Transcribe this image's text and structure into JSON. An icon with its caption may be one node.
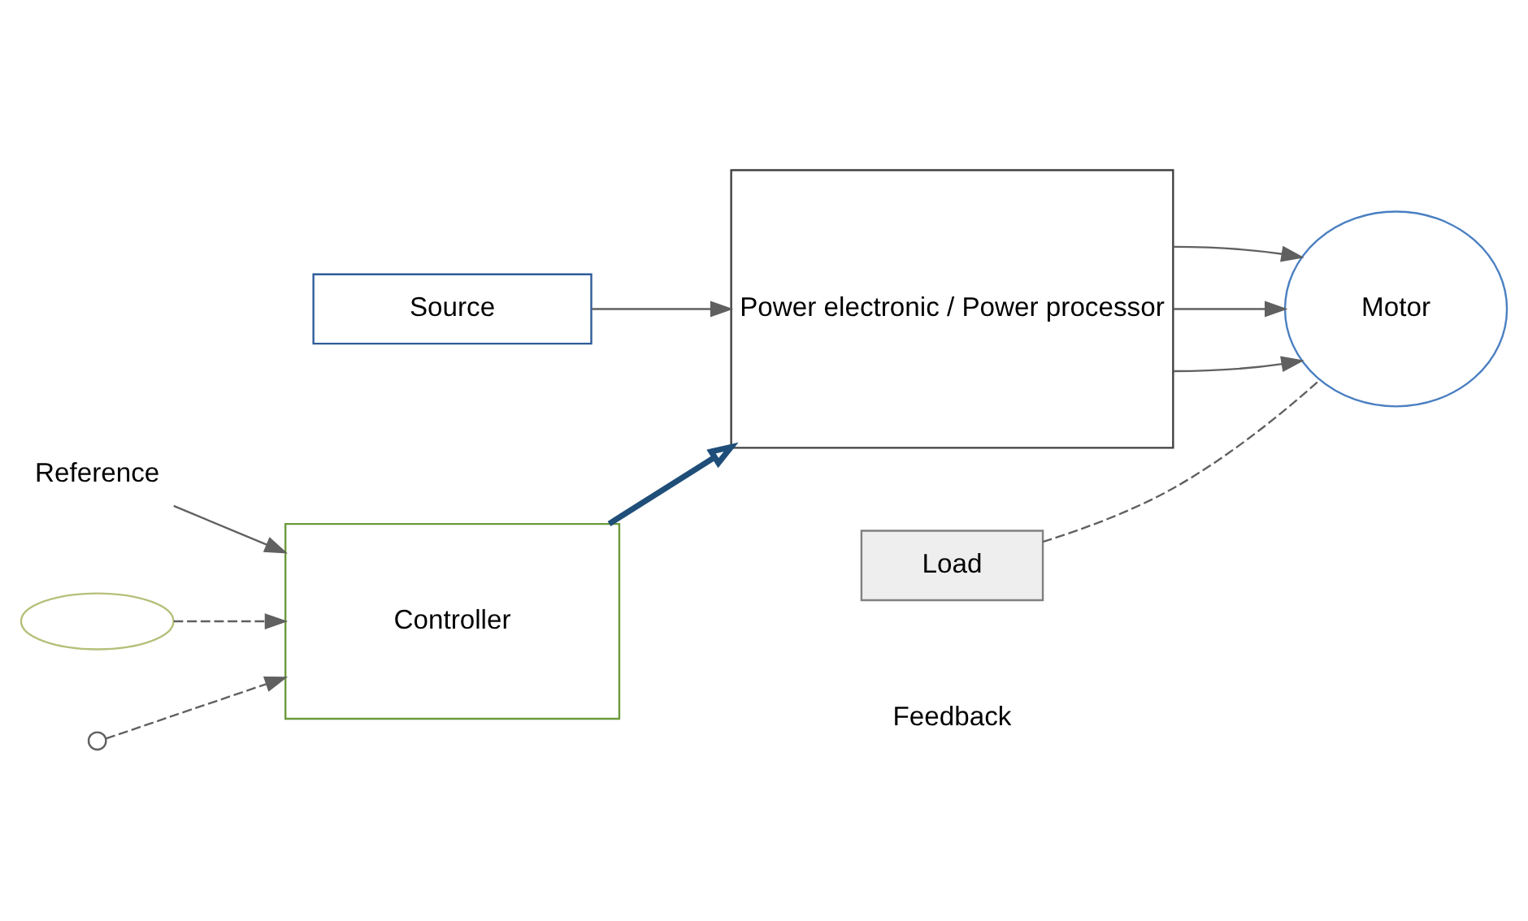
{
  "diagram": {
    "nodes": [
      {
        "text": [
          "Source"
        ]
      },
      {
        "text": [
          "Power electronic / Power processor"
        ]
      },
      {
        "text": [
          "Reference"
        ]
      },
      {
        "text": [
          "Controller"
        ]
      },
      {
        "text": [
          "Motor"
        ]
      },
      {
        "text": [
          "Load"
        ]
      },
      {
        "text": [],
        "shape": "ellipse"
      },
      {
        "text": [],
        "shape": "circle"
      }
    ],
    "edges": [
      {
        "from": 2,
        "to": 3,
        "arrow": "to"
      },
      {
        "from": 0,
        "to": 1,
        "arrow": "to"
      },
      {
        "from": 3,
        "to": 1,
        "arrow": "to",
        "style": "thick",
        "color": "#1f4e79"
      },
      {
        "from": 1,
        "to": 4,
        "arrow": "to"
      },
      {
        "from": 1,
        "to": 4,
        "arrow": "to"
      },
      {
        "from": 1,
        "to": 4,
        "arrow": "to"
      },
      {
        "from": 6,
        "to": 3,
        "arrow": "to",
        "style": "dashed"
      },
      {
        "from": 7,
        "to": 3,
        "arrow": "to",
        "style": "dashed"
      },
      {
        "from": 5,
        "to": 4,
        "arrow": "none",
        "style": "dashed"
      }
    ],
    "labels": [
      "Feedback"
    ]
  }
}
